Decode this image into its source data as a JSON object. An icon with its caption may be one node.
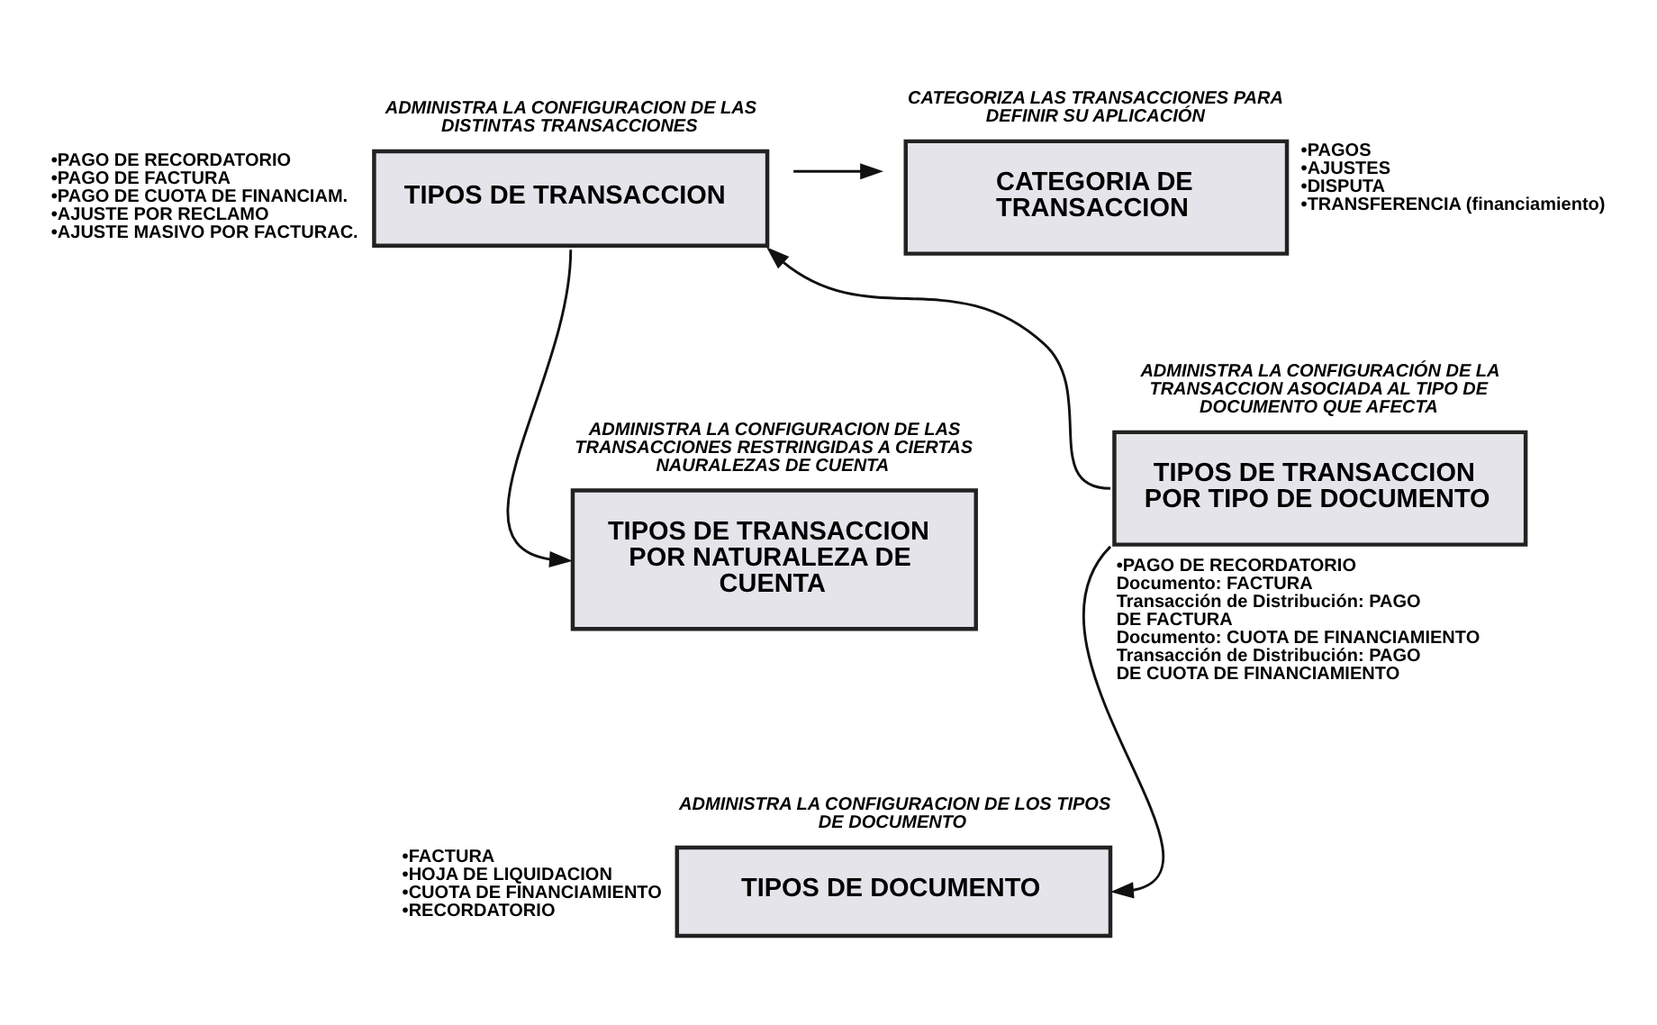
{
  "diagram": {
    "nodes": [
      {
        "text": [
          "TIPOS DE TRANSACCION"
        ],
        "beside": [
          "ADMINISTRA LA CONFIGURACION DE LAS DISTINTAS TRANSACCIONES",
          "•PAGO DE RECORDATORIO",
          "•PAGO DE FACTURA",
          "•PAGO DE CUOTA DE FINANCIAM.",
          "•AJUSTE POR RECLAMO",
          "•AJUSTE MASIVO POR FACTURAC."
        ]
      },
      {
        "text": [
          "CATEGORIA DE TRANSACCION"
        ],
        "beside": [
          "CATEGORIZA LAS TRANSACCIONES PARA DEFINIR SU APLICACIÓN",
          "•PAGOS",
          "•AJUSTES",
          "•DISPUTA",
          "•TRANSFERENCIA (financiamiento)"
        ]
      },
      {
        "text": [
          "TIPOS DE TRANSACCION POR NATURALEZA DE CUENTA"
        ],
        "beside": [
          "ADMINISTRA LA CONFIGURACION DE LAS TRANSACCIONES RESTRINGIDAS A CIERTAS NAURALEZAS DE CUENTA"
        ]
      },
      {
        "text": [
          "TIPOS DE TRANSACCION POR TIPO DE DOCUMENTO"
        ],
        "beside": [
          "ADMINISTRA LA CONFIGURACIÓN DE LA TRANSACCION ASOCIADA AL TIPO DE DOCUMENTO QUE AFECTA",
          "•PAGO DE RECORDATORIO",
          "Documento: FACTURA",
          "Transacción de Distribución: PAGO DE FACTURA",
          "Documento: CUOTA DE FINANCIAMIENTO",
          "Transacción de Distribución: PAGO DE CUOTA DE FINANCIAMIENTO"
        ]
      },
      {
        "text": [
          "TIPOS DE DOCUMENTO"
        ],
        "beside": [
          "ADMINISTRA LA CONFIGURACION DE LOS TIPOS DE DOCUMENTO",
          "•FACTURA",
          "•HOJA DE LIQUIDACION",
          "•CUOTA DE FINANCIAMIENTO",
          "•RECORDATORIO"
        ]
      }
    ],
    "edges": [
      {
        "from": 0,
        "to": 1,
        "arrow": "to"
      },
      {
        "from": 0,
        "to": 2,
        "arrow": "to"
      },
      {
        "from": 3,
        "to": 0,
        "arrow": "to"
      },
      {
        "from": 3,
        "to": 4,
        "arrow": "to"
      }
    ]
  }
}
